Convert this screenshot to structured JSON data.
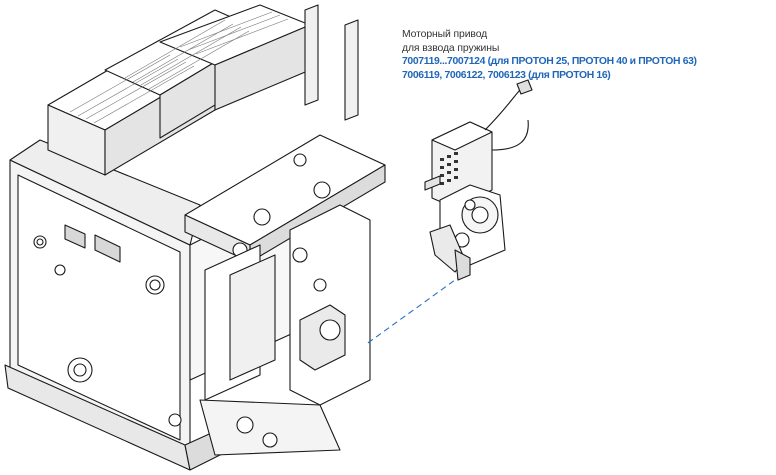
{
  "caption": {
    "title_line1": "Моторный привод",
    "title_line2": "для взвода пружины",
    "codes_line1": "7007119...7007124 (для ПРОТОН 25, ПРОТОН 40 и ПРОТОН 63)",
    "codes_line2": "7006119, 7006122, 7006123 (для ПРОТОН 16)"
  },
  "colors": {
    "accent": "#1f66b8",
    "text": "#333333",
    "line_art": "#1a1a1a",
    "leader": "#2a6fc0"
  },
  "icons": {
    "main": "circuit-breaker-drawing",
    "accessory": "motor-drive-drawing"
  }
}
